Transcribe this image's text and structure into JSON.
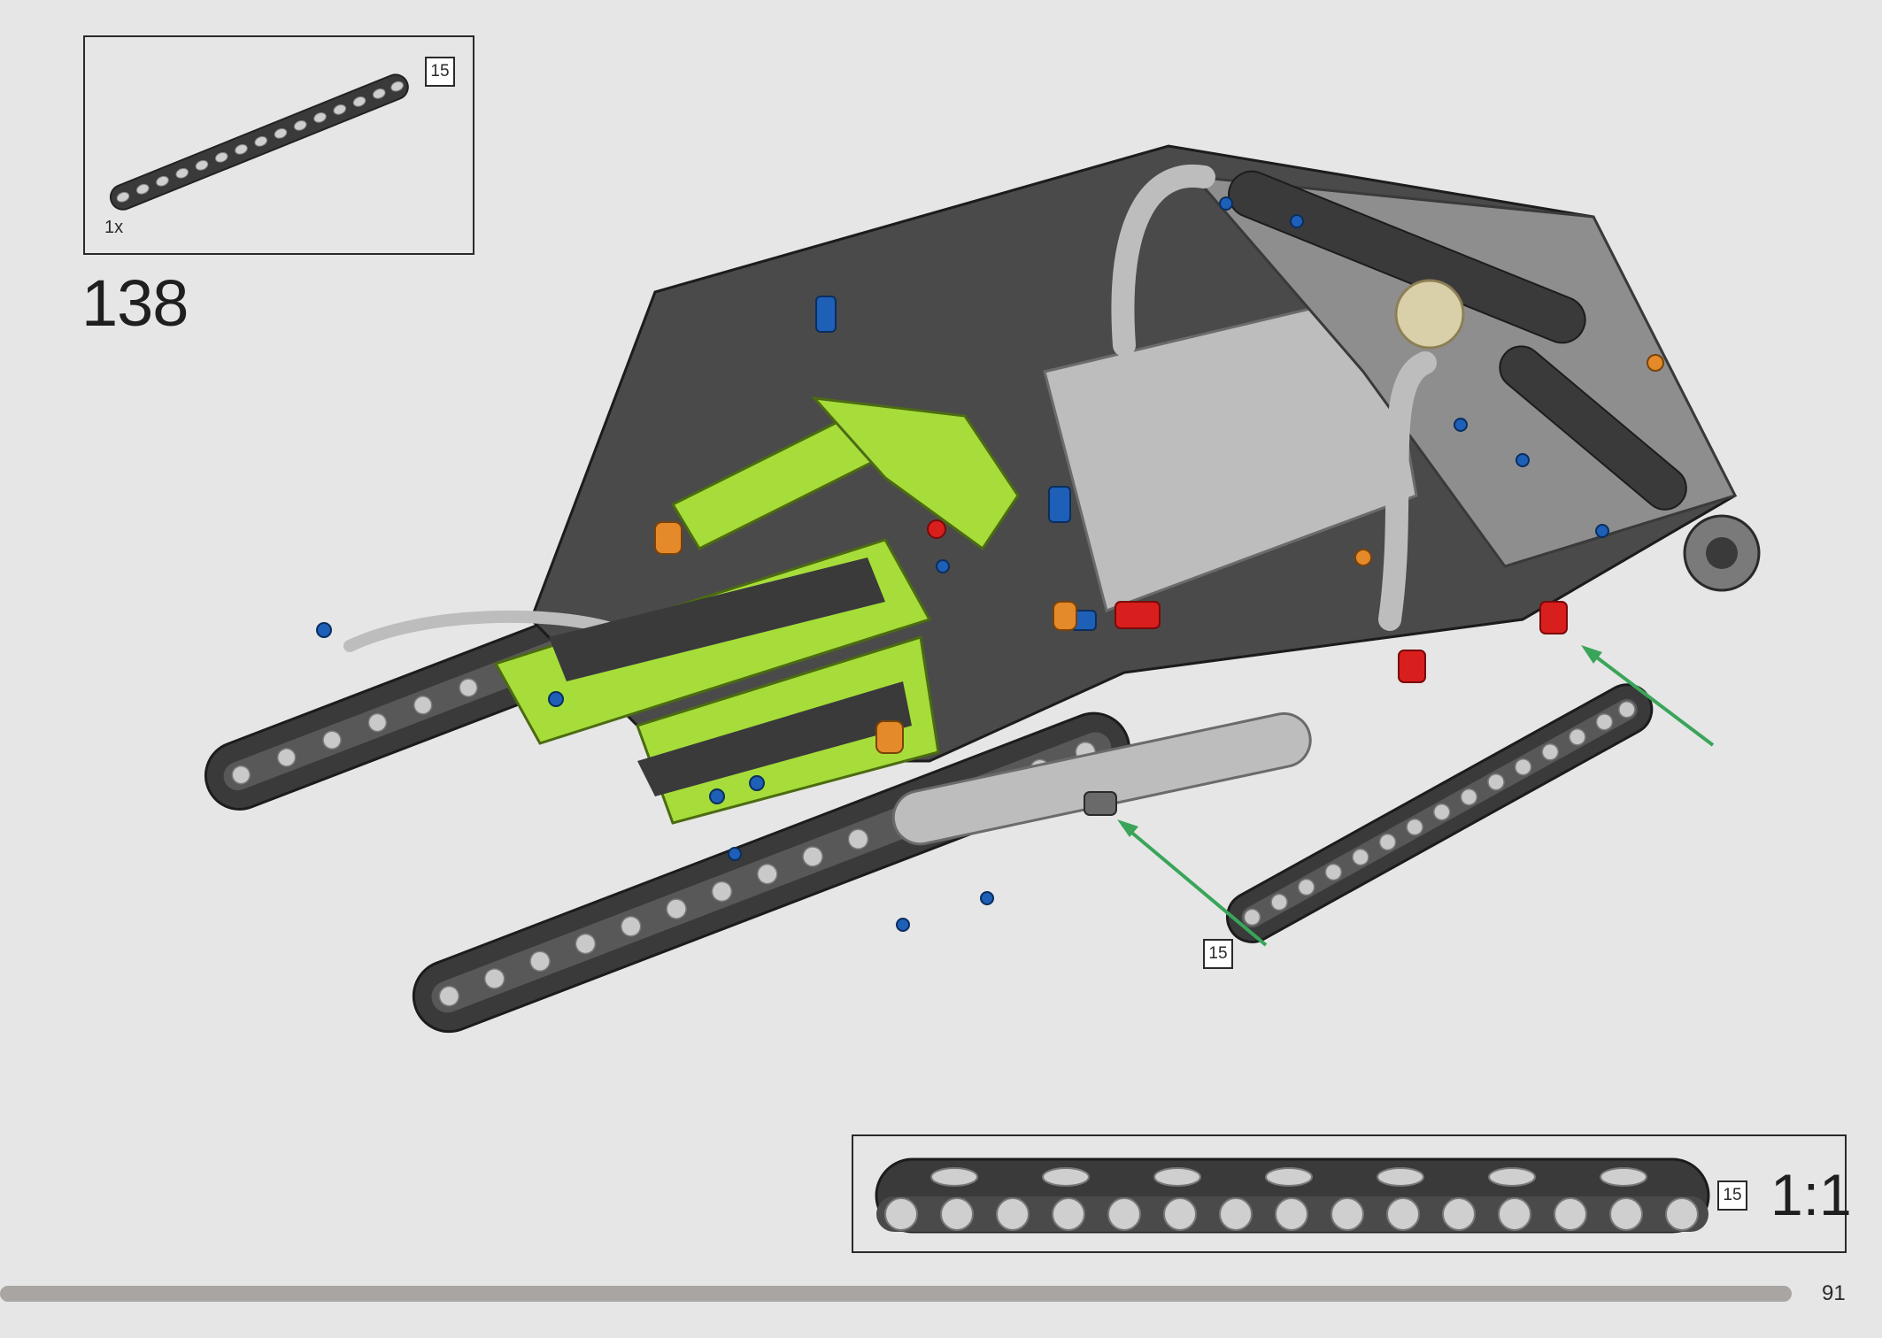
{
  "parts_callout": {
    "items": [
      {
        "part_length_id": "15",
        "quantity": "1x",
        "part_color": "#3a3a3a"
      }
    ]
  },
  "step": {
    "number": "138"
  },
  "assembly": {
    "attached_part_id": "15",
    "colors": {
      "dark_gray": "#3a3a3a",
      "light_gray": "#bdbdbd",
      "lime": "#a6dd3a",
      "red": "#d91e1e",
      "blue": "#1e5fb8",
      "orange": "#e58a2a",
      "tan": "#d9cfa8",
      "arrow_green": "#3aa55a"
    }
  },
  "scale_callout": {
    "part_length_id": "15",
    "scale": "1:1"
  },
  "footer": {
    "page_number": "91"
  }
}
